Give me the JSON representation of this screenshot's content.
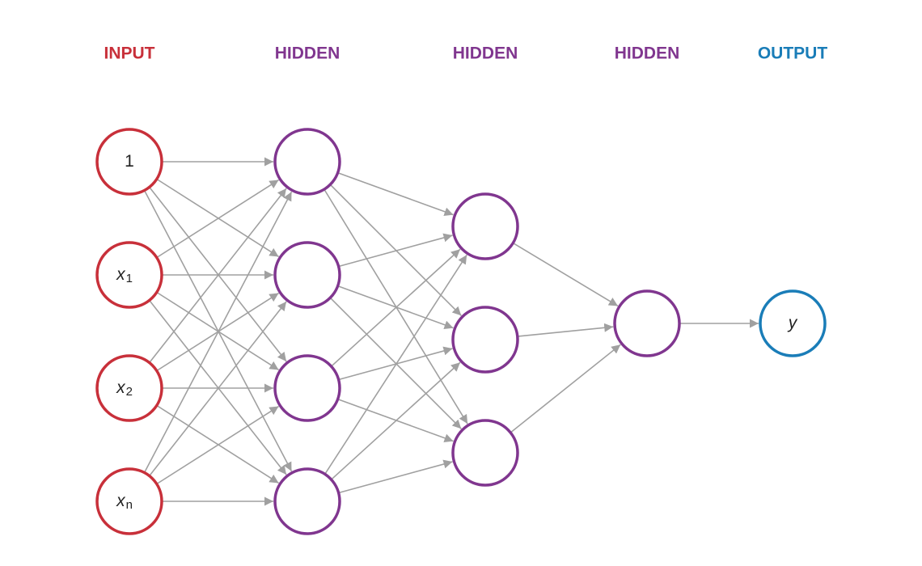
{
  "colors": {
    "input": "#c8303a",
    "hidden": "#80368f",
    "output": "#1a7db8",
    "edge": "#a0a0a0"
  },
  "layers": [
    {
      "title": "INPUT",
      "role": "input",
      "nodes": [
        {
          "label": "1",
          "italic": false,
          "sub": ""
        },
        {
          "label": "x",
          "italic": true,
          "sub": "1"
        },
        {
          "label": "x",
          "italic": true,
          "sub": "2"
        },
        {
          "label": "x",
          "italic": true,
          "sub": "n"
        }
      ]
    },
    {
      "title": "HIDDEN",
      "role": "hidden",
      "nodes": [
        {
          "label": "",
          "italic": false,
          "sub": ""
        },
        {
          "label": "",
          "italic": false,
          "sub": ""
        },
        {
          "label": "",
          "italic": false,
          "sub": ""
        },
        {
          "label": "",
          "italic": false,
          "sub": ""
        }
      ]
    },
    {
      "title": "HIDDEN",
      "role": "hidden",
      "nodes": [
        {
          "label": "",
          "italic": false,
          "sub": ""
        },
        {
          "label": "",
          "italic": false,
          "sub": ""
        },
        {
          "label": "",
          "italic": false,
          "sub": ""
        }
      ]
    },
    {
      "title": "HIDDEN",
      "role": "hidden",
      "nodes": [
        {
          "label": "",
          "italic": false,
          "sub": ""
        }
      ]
    },
    {
      "title": "OUTPUT",
      "role": "output",
      "nodes": [
        {
          "label": "y",
          "italic": true,
          "sub": ""
        }
      ]
    }
  ]
}
